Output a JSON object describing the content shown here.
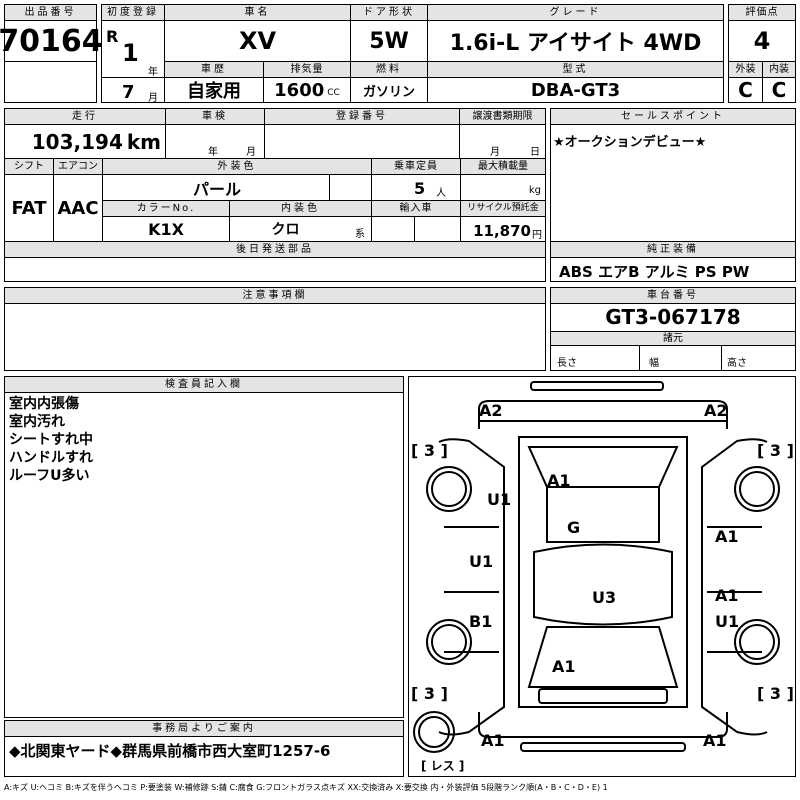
{
  "header": {
    "lot_label": "出品番号",
    "lot_no": "70164",
    "first_reg_label": "初度登録",
    "era": "R",
    "year": "1",
    "year_unit": "年",
    "month": "7",
    "month_unit": "月",
    "model_label": "車名",
    "model": "XV",
    "door_label": "ドア形状",
    "door": "5W",
    "grade_label": "グレード",
    "grade": "1.6i-L アイサイト 4WD",
    "score_label": "評価点",
    "score": "4",
    "history_label": "車歴",
    "history": "自家用",
    "displacement_label": "排気量",
    "displacement": "1600",
    "displacement_unit": "CC",
    "fuel_label": "燃料",
    "fuel": "ガソリン",
    "type_label": "型式",
    "type": "DBA-GT3",
    "exterior_label": "外装",
    "exterior": "C",
    "interior_label": "内装",
    "interior": "C"
  },
  "row2": {
    "mileage_label": "走行",
    "mileage": "103,194",
    "mileage_unit": "km",
    "inspection_label": "車検",
    "year_unit": "年",
    "month_unit": "月",
    "reg_no_label": "登録番号",
    "transfer_label": "譲渡書類期限",
    "transfer_month": "月",
    "transfer_day": "日",
    "shift_label": "シフト",
    "shift": "FAT",
    "ac_label": "エアコン",
    "ac": "AAC",
    "color_label": "外装色",
    "color": "パール",
    "capacity_label": "乗車定員",
    "capacity": "5",
    "capacity_unit": "人",
    "load_label": "最大積載量",
    "load_unit": "kg",
    "color_no_label": "カラーNo.",
    "color_no": "K1X",
    "int_color_label": "内装色",
    "int_color": "クロ",
    "int_color_unit": "系",
    "import_label": "輸入車",
    "recycle_label": "リサイクル預託金",
    "recycle": "11,870",
    "recycle_unit": "円",
    "later_label": "後日発送部品"
  },
  "sales": {
    "label": "セールスポイント",
    "text": "★オークションデビュー★"
  },
  "equip": {
    "label": "純正装備",
    "text": "ABS エアB アルミ PS PW"
  },
  "notes": {
    "label": "注意事項欄"
  },
  "chassis": {
    "label": "車台番号",
    "value": "GT3-067178",
    "dims_label": "諸元",
    "length": "長さ",
    "width": "幅",
    "height": "高さ"
  },
  "inspector": {
    "label": "検査員記入欄",
    "lines": [
      "室内内張傷",
      "室内汚れ",
      "シートすれ中",
      "ハンドルすれ",
      "ルーフU多い"
    ]
  },
  "office": {
    "label": "事務局よりご案内",
    "text": "◆北関東ヤード◆群馬県前橋市西大室町1257-6"
  },
  "diagram": {
    "marks": [
      "A2",
      "A2",
      "A1",
      "U1",
      "G",
      "U1",
      "A1",
      "A1",
      "U3",
      "B1",
      "U1",
      "A1",
      "A1",
      "A1",
      "[ 3 ]",
      "[ 3 ]",
      "[ 3 ]",
      "[ 3 ]"
    ],
    "spare": "[ レス ]"
  },
  "legend": "A:キズ U:ヘコミ B:キズを伴うヘコミ P:要塗装 W:補修跡 S:錆 C:腐食 G:フロントガラス点キズ XX:交換済み X:要交換 内・外装評価 5段階ランク順(A・B・C・D・E) 1"
}
